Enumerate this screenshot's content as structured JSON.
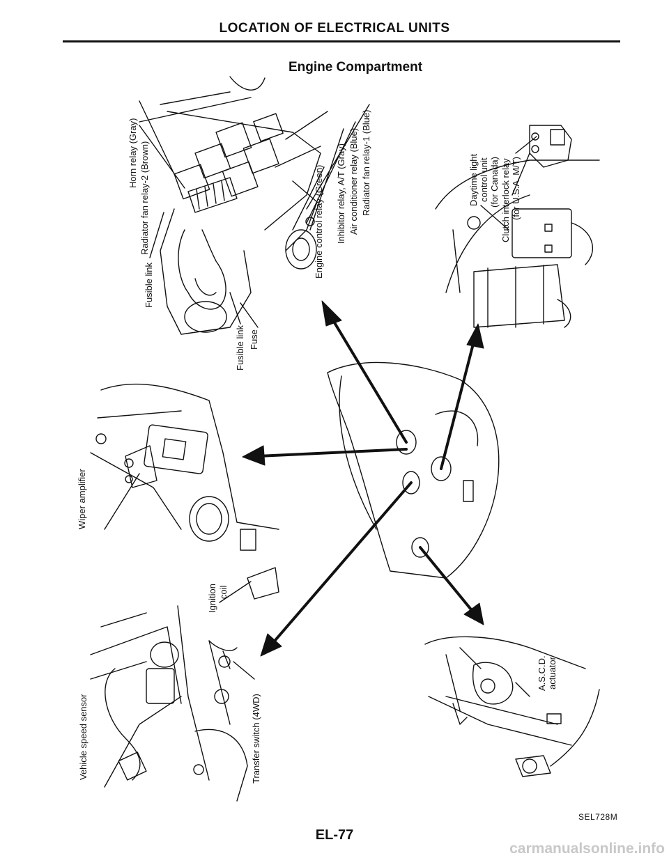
{
  "header": {
    "title": "LOCATION OF ELECTRICAL UNITS",
    "subtitle": "Engine Compartment"
  },
  "labels": {
    "horn_relay": "Horn relay (Gray)",
    "radiator_fan_relay_2": "Radiator fan relay-2 (Brown)",
    "fusible_link_top": "Fusible link",
    "fusible_link_mid": "Fusible link",
    "fuse": "Fuse",
    "engine_control_relay": "Engine control relay (Green)",
    "inhibitor_relay": "Inhibitor relay, A/T (Gray)",
    "air_conditioner_relay": "Air conditioner relay (Blue)",
    "radiator_fan_relay_1": "Radiator fan relay-1 (Blue)",
    "daytime_light_1": "Daytime light",
    "daytime_light_2": "control unit",
    "daytime_light_3": "(for Canada)",
    "clutch_interlock_1": "Clutch interlock relay",
    "clutch_interlock_2": "(for U.S.A. M/T)",
    "wiper_amplifier": "Wiper amplifier",
    "ignition_coil_1": "Ignition",
    "ignition_coil_2": "coil",
    "vehicle_speed_sensor": "Vehicle speed sensor",
    "transfer_switch": "Transfer switch (4WD)",
    "ascd_actuator_1": "A.S.C.D.",
    "ascd_actuator_2": "actuator"
  },
  "footer": {
    "figure_code": "SEL728M",
    "page_number": "EL-77",
    "watermark": "carmanualsonline.info"
  },
  "colors": {
    "ink": "#111111",
    "watermark": "#c8c8c8"
  }
}
